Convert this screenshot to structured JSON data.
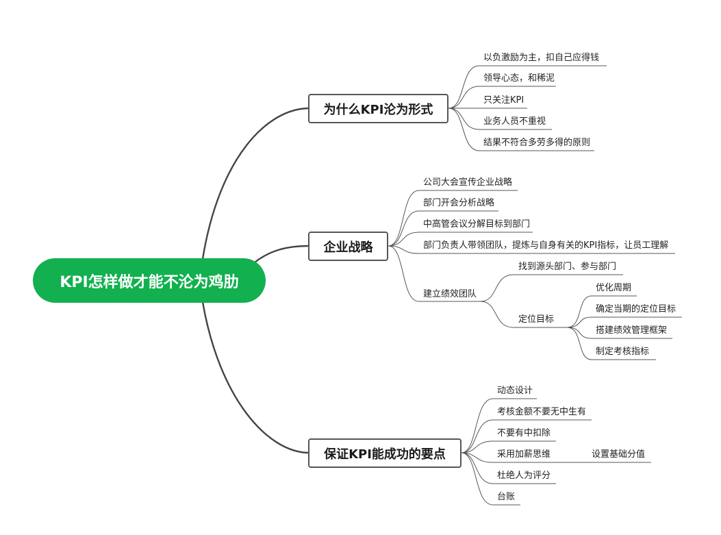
{
  "root": {
    "title": "KPI怎样做才能不沦为鸡肋"
  },
  "branches": [
    {
      "title": "为什么KPI沦为形式",
      "items": [
        "以负激励为主，扣自己应得钱",
        "领导心态，和稀泥",
        "只关注KPI",
        "业务人员不重视",
        "结果不符合多劳多得的原则"
      ]
    },
    {
      "title": "企业战略",
      "items": [
        "公司大会宣传企业战略",
        "部门开会分析战略",
        "中高管会议分解目标到部门",
        "部门负责人带领团队，提炼与自身有关的KPI指标，让员工理解"
      ],
      "team": {
        "label": "建立绩效团队",
        "find": "找到源头部门、参与部门",
        "position": {
          "label": "定位目标",
          "items": [
            "优化周期",
            "确定当期的定位目标",
            "搭建绩效管理框架",
            "制定考核指标"
          ]
        }
      }
    },
    {
      "title": "保证KPI能成功的要点",
      "items": [
        "动态设计",
        "考核金额不要无中生有",
        "不要有中扣除",
        "采用加薪思维",
        "杜绝人为评分",
        "台账"
      ],
      "salary_child": "设置基础分值"
    }
  ]
}
